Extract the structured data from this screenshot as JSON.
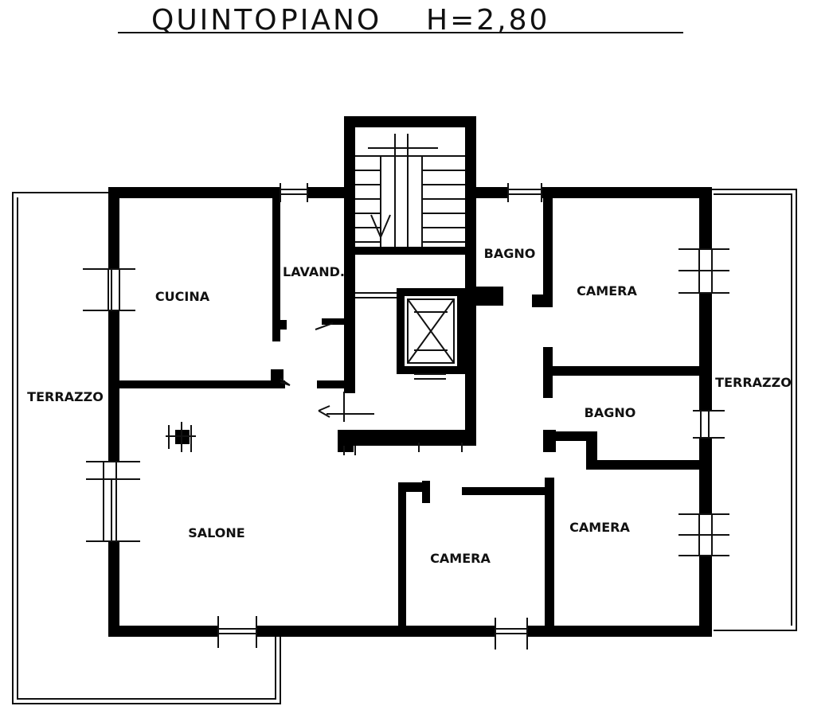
{
  "header": {
    "floor": "QUINTO",
    "level": "PIANO",
    "height": "H=2,80"
  },
  "rooms": {
    "terrazzo_left": "TERRAZZO",
    "cucina": "CUCINA",
    "lavanderia": "LAVAND.",
    "bagno_top": "BAGNO",
    "camera_top_right": "CAMERA",
    "terrazzo_right": "TERRAZZO",
    "bagno_middle": "BAGNO",
    "salone": "SALONE",
    "camera_bottom_right": "CAMERA",
    "camera_bottom_middle": "CAMERA"
  },
  "colors": {
    "wall": "#000000",
    "line": "#111111",
    "background": "#ffffff"
  }
}
